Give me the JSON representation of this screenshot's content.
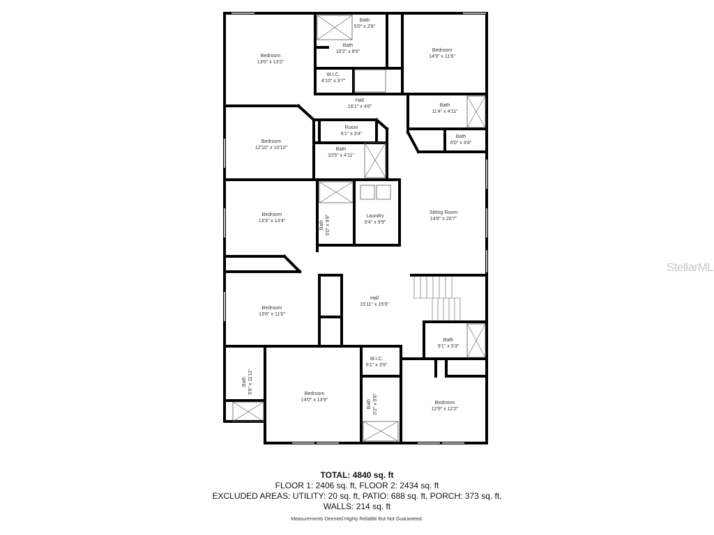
{
  "rooms": [
    {
      "name": "Bedroom",
      "dims": "13'0\" x 13'2\""
    },
    {
      "name": "Bath",
      "dims": "5'0\" x 2'8\""
    },
    {
      "name": "Bath",
      "dims": "10'2\" x 8'6\""
    },
    {
      "name": "Bedroom",
      "dims": "14'9\" x 11'6\""
    },
    {
      "name": "W.I.C.",
      "dims": "4'10\" x 3'7\""
    },
    {
      "name": "Hall",
      "dims": "16'1\" x 4'6\""
    },
    {
      "name": "Bath",
      "dims": "11'4\" x 4'11\""
    },
    {
      "name": "Room",
      "dims": "6'1\" x 3'4\""
    },
    {
      "name": "Bath",
      "dims": "6'0\" x 3'4\""
    },
    {
      "name": "Bedroom",
      "dims": "12'10\" x 10'10\""
    },
    {
      "name": "Bath",
      "dims": "10'5\" x 4'11\""
    },
    {
      "name": "Bedroom",
      "dims": "13'3\" x 13'4\""
    },
    {
      "name": "Bath",
      "dims": "5'0\" x 9'9\""
    },
    {
      "name": "Laundry",
      "dims": "6'4\" x 9'9\""
    },
    {
      "name": "Sitting Room",
      "dims": "14'8\" x 20'7\""
    },
    {
      "name": "Hall",
      "dims": "15'11\" x 15'9\""
    },
    {
      "name": "Bedroom",
      "dims": "13'6\" x 11'0\""
    },
    {
      "name": "Bath",
      "dims": "9'1\" x 5'3\""
    },
    {
      "name": "W.I.C.",
      "dims": "5'1\" x 3'9\""
    },
    {
      "name": "Bath",
      "dims": "5'8\" x 11'11\""
    },
    {
      "name": "Bedroom",
      "dims": "14'0\" x 13'9\""
    },
    {
      "name": "Bath",
      "dims": "5'2\" x 9'8\""
    },
    {
      "name": "Bedroom",
      "dims": "12'9\" x 12'2\""
    }
  ],
  "summary": {
    "total": "TOTAL: 4840 sq. ft",
    "floors": "FLOOR 1: 2406 sq. ft, FLOOR 2: 2434 sq. ft",
    "excluded": "EXCLUDED AREAS: UTILITY: 20 sq. ft, PATIO: 688 sq. ft, PORCH: 373 sq. ft,",
    "walls": "WALLS: 214 sq. ft",
    "disclaimer": "Measurements Deemed Highly Reliable But Not Guaranteed."
  },
  "watermark": "StellarMLS",
  "colors": {
    "wall": "#000000",
    "fixture": "#555555",
    "watermark": "#c8c8c8"
  }
}
